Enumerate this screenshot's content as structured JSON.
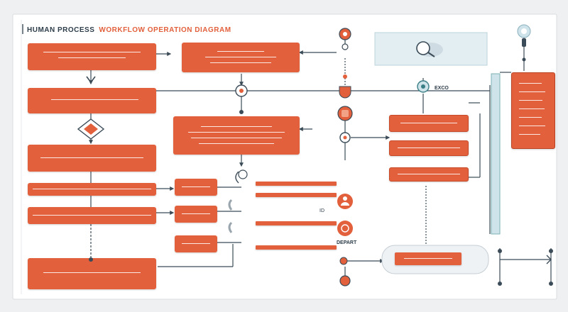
{
  "header": {
    "title_left": "HUMAN PROCESS",
    "title_right": "WORKFLOW OPERATION DIAGRAM"
  },
  "small_labels": {
    "right_card_label": "EXCO",
    "callout_label": "DEPART",
    "arrow_label": "ID"
  },
  "colors": {
    "primary": "#e2603c",
    "primary_dark": "#c74a28",
    "line": "#3b4b57",
    "panel": "#ffffff",
    "accent_blue": "#cfe3ea",
    "teal": "#9cc9c6"
  },
  "icons": [
    "circle-node-icon",
    "diamond-decision-icon",
    "arrow-icon",
    "connector-dot-icon"
  ]
}
